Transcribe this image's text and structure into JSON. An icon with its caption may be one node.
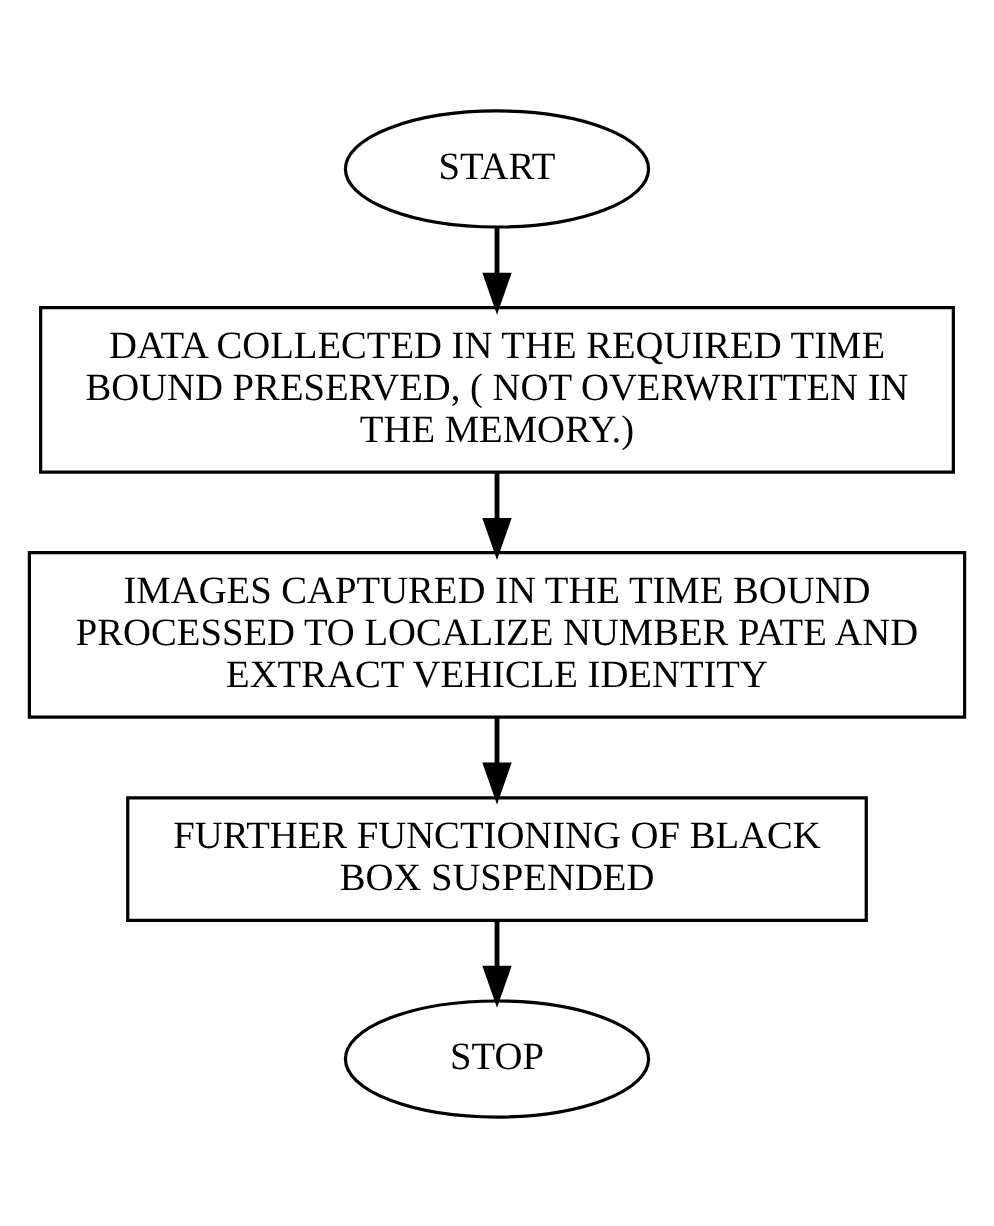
{
  "diagram": {
    "nodes": [
      {
        "text": [
          "START"
        ]
      },
      {
        "text": [
          "DATA COLLECTED IN THE REQUIRED TIME BOUND PRESERVED, ( NOT OVERWRITTEN IN THE MEMORY.)"
        ]
      },
      {
        "text": [
          "IMAGES CAPTURED IN THE TIME BOUND PROCESSED TO LOCALIZE NUMBER PATE AND EXTRACT VEHICLE IDENTITY"
        ]
      },
      {
        "text": [
          "FURTHER FUNCTIONING OF BLACK BOX SUSPENDED"
        ]
      },
      {
        "text": [
          "STOP"
        ]
      }
    ],
    "edges": [
      {
        "from": 0,
        "to": 1,
        "arrow": "to"
      },
      {
        "from": 1,
        "to": 2,
        "arrow": "to"
      },
      {
        "from": 2,
        "to": 3,
        "arrow": "to"
      },
      {
        "from": 3,
        "to": 4,
        "arrow": "to"
      }
    ]
  }
}
